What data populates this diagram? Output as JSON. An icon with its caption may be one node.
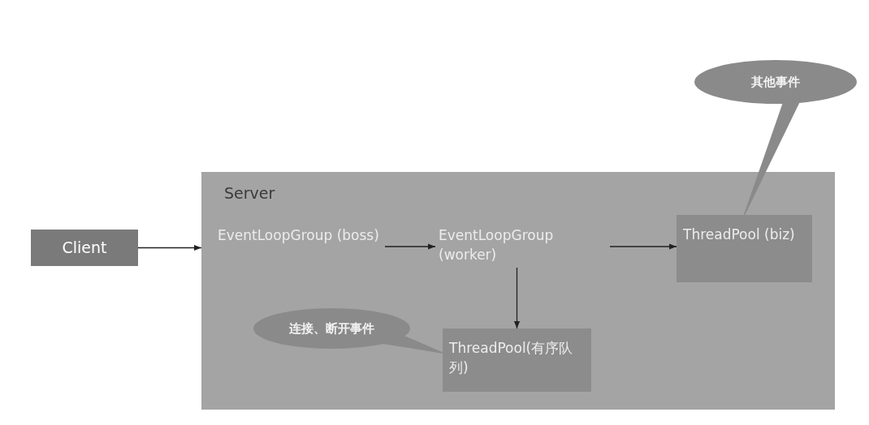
{
  "diagram": {
    "nodes": [
      {
        "text": [
          "Client"
        ]
      },
      {
        "text": [
          "Server"
        ]
      },
      {
        "text": [
          "EventLoopGroup (boss)"
        ],
        "in": 1
      },
      {
        "text": [
          "EventLoopGroup (worker)"
        ],
        "in": 1
      },
      {
        "text": [
          "ThreadPool (biz)"
        ],
        "in": 1
      },
      {
        "text": [
          "其他事件"
        ]
      },
      {
        "text": [
          "连接、断开事件"
        ],
        "in": 1
      },
      {
        "text": [
          "ThreadPool(有序队列)"
        ],
        "in": 1
      }
    ],
    "edges": [
      {
        "from": 0,
        "to": 1,
        "arrow": "to"
      },
      {
        "from": 2,
        "to": 3,
        "arrow": "to"
      },
      {
        "from": 3,
        "to": 4,
        "arrow": "to"
      },
      {
        "from": 3,
        "to": 7,
        "arrow": "to"
      },
      {
        "from": 5,
        "to": 4,
        "arrow": "none"
      },
      {
        "from": 6,
        "to": 7,
        "arrow": "none"
      }
    ]
  }
}
